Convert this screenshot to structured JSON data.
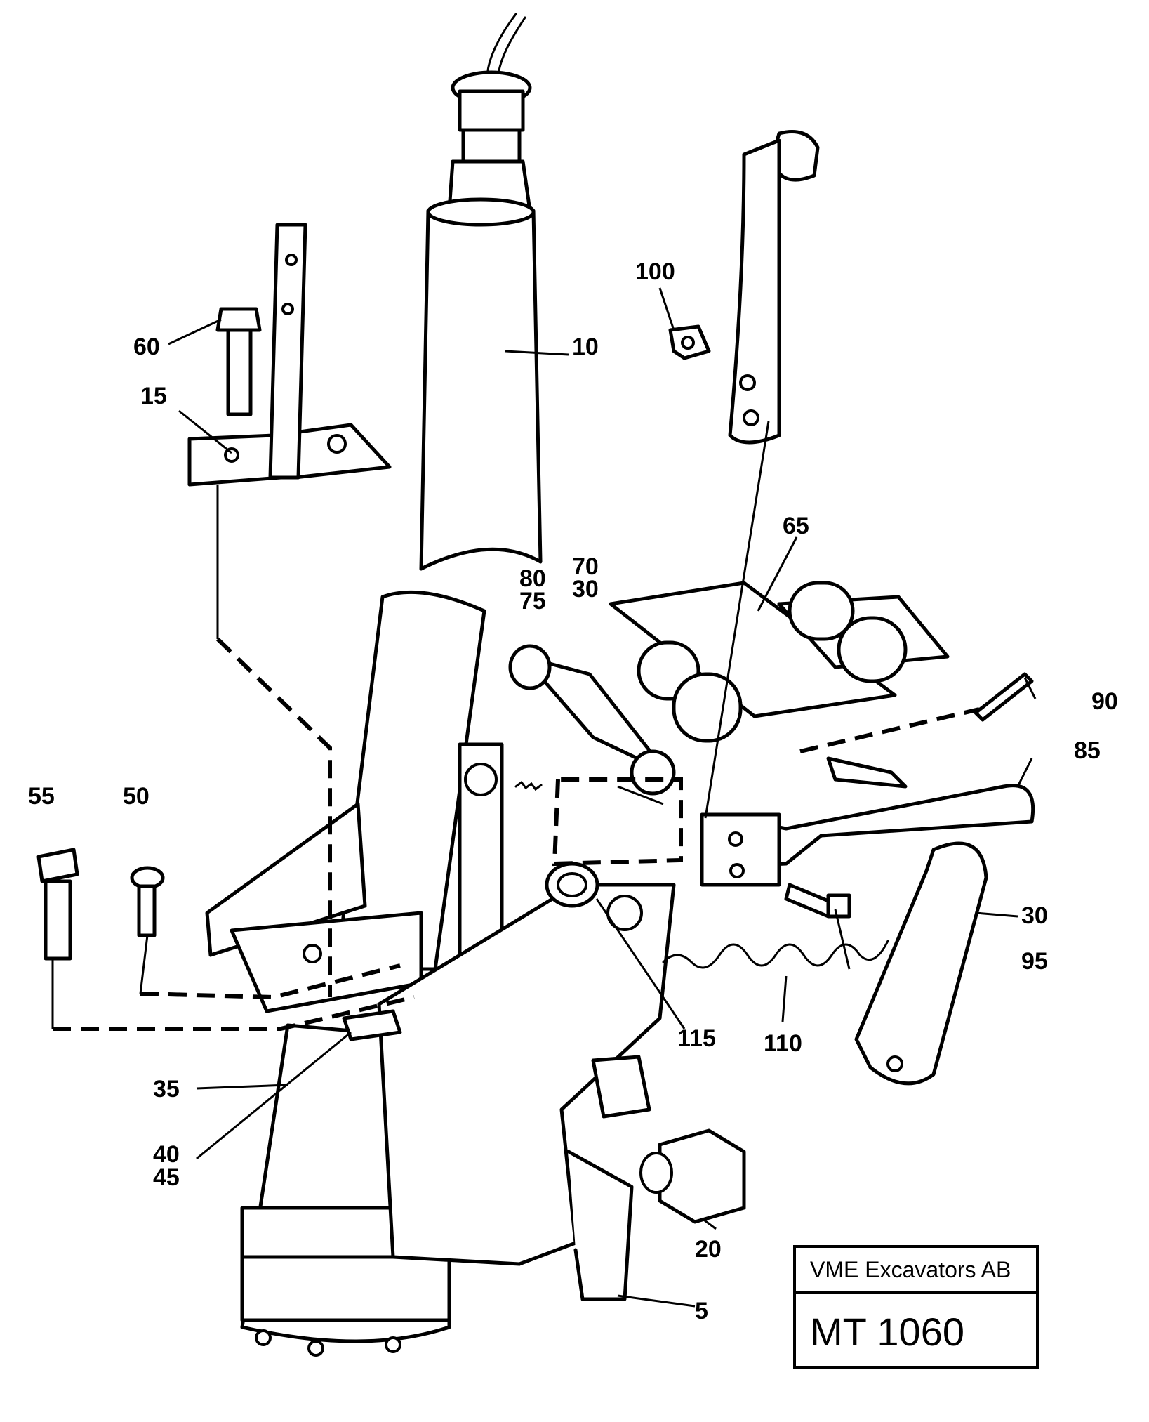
{
  "diagram": {
    "callouts": [
      {
        "id": "c100",
        "text": "100"
      },
      {
        "id": "c60",
        "text": "60"
      },
      {
        "id": "c10",
        "text": "10"
      },
      {
        "id": "c15",
        "text": "15"
      },
      {
        "id": "c65",
        "text": "65"
      },
      {
        "id": "c70",
        "text": "70"
      },
      {
        "id": "c30a",
        "text": "30"
      },
      {
        "id": "c80",
        "text": "80"
      },
      {
        "id": "c75",
        "text": "75"
      },
      {
        "id": "c90",
        "text": "90"
      },
      {
        "id": "c85",
        "text": "85"
      },
      {
        "id": "c55",
        "text": "55"
      },
      {
        "id": "c50",
        "text": "50"
      },
      {
        "id": "c30b",
        "text": "30"
      },
      {
        "id": "c95",
        "text": "95"
      },
      {
        "id": "c115",
        "text": "115"
      },
      {
        "id": "c110",
        "text": "110"
      },
      {
        "id": "c35",
        "text": "35"
      },
      {
        "id": "c40",
        "text": "40"
      },
      {
        "id": "c45",
        "text": "45"
      },
      {
        "id": "c20",
        "text": "20"
      },
      {
        "id": "c5",
        "text": "5"
      }
    ]
  },
  "title_block": {
    "company": "VME Excavators AB",
    "drawing_number": "MT 1060"
  }
}
